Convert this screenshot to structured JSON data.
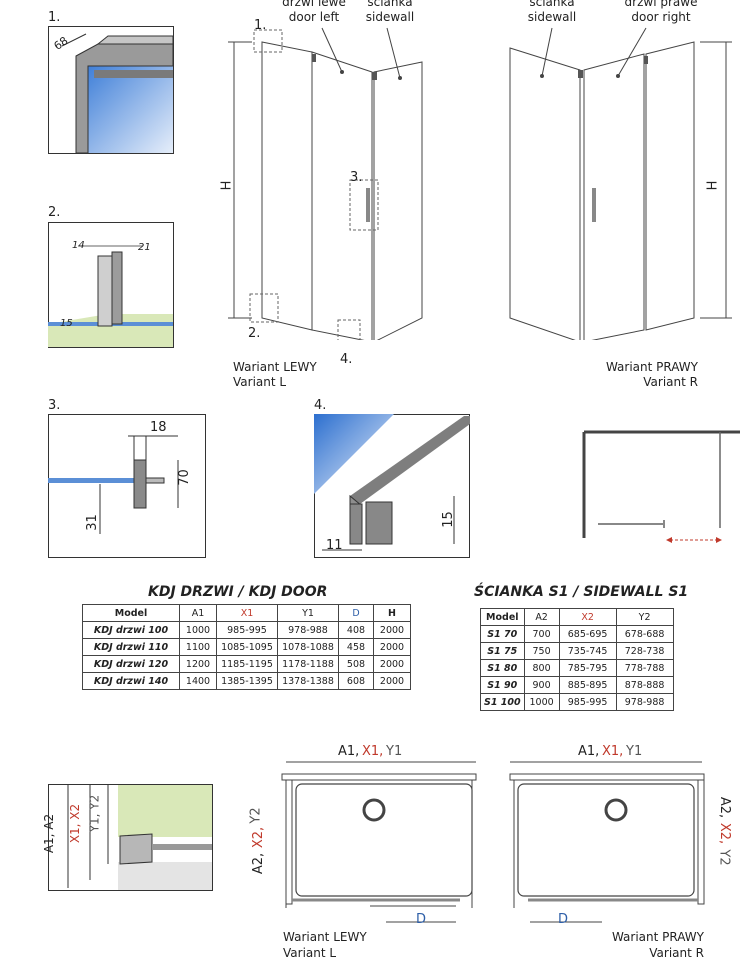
{
  "callouts": {
    "c1": "1.",
    "c2": "2.",
    "c3": "3.",
    "c4": "4."
  },
  "door_left": {
    "line1": "drzwi lewe",
    "line2": "door left"
  },
  "sidewall_l": {
    "line1": "ścianka",
    "line2": "sidewall"
  },
  "sidewall_r": {
    "line1": "ścianka",
    "line2": "sidewall"
  },
  "door_right": {
    "line1": "drzwi prawe",
    "line2": "door right"
  },
  "h_label": "H",
  "variant_left": {
    "line1": "Wariant LEWY",
    "line2": "Variant L"
  },
  "variant_right": {
    "line1": "Wariant PRAWY",
    "line2": "Variant R"
  },
  "detail1": {
    "dim": "68"
  },
  "detail2": {
    "d14": "14",
    "d21": "21",
    "d15": "15"
  },
  "detail3": {
    "d18": "18",
    "d70": "70",
    "d31": "31"
  },
  "detail4": {
    "d15": "15",
    "d11": "11"
  },
  "door_table": {
    "title": "KDJ DRZWI / KDJ DOOR",
    "headers": [
      "Model",
      "A1",
      "X1",
      "Y1",
      "D",
      "H"
    ],
    "rows": [
      [
        "KDJ drzwi 100",
        "1000",
        "985-995",
        "978-988",
        "408",
        "2000"
      ],
      [
        "KDJ drzwi 110",
        "1100",
        "1085-1095",
        "1078-1088",
        "458",
        "2000"
      ],
      [
        "KDJ drzwi 120",
        "1200",
        "1185-1195",
        "1178-1188",
        "508",
        "2000"
      ],
      [
        "KDJ drzwi 140",
        "1400",
        "1385-1395",
        "1378-1388",
        "608",
        "2000"
      ]
    ]
  },
  "sidewall_table": {
    "title": "ŚCIANKA S1 / SIDEWALL S1",
    "headers": [
      "Model",
      "A2",
      "X2",
      "Y2"
    ],
    "rows": [
      [
        "S1 70",
        "700",
        "685-695",
        "678-688"
      ],
      [
        "S1 75",
        "750",
        "735-745",
        "728-738"
      ],
      [
        "S1 80",
        "800",
        "785-795",
        "778-788"
      ],
      [
        "S1 90",
        "900",
        "885-895",
        "878-888"
      ],
      [
        "S1 100",
        "1000",
        "985-995",
        "978-988"
      ]
    ]
  },
  "dims": {
    "a": "A1,",
    "x": "X1,",
    "y": "Y1",
    "a2": "A2,",
    "x2": "X2,",
    "y2": "Y2",
    "d": "D",
    "side_a": "A1, A2",
    "side_x": "X1, X2",
    "side_y": "Y1, Y2"
  },
  "plan_left": {
    "line1": "Wariant LEWY",
    "line2": "Variant L"
  },
  "plan_right": {
    "line1": "Wariant PRAWY",
    "line2": "Variant R"
  },
  "colors": {
    "red": "#c0392b",
    "blue": "#2e5fa8",
    "glass": "#5b8fd6",
    "green": "#d9e8b8"
  }
}
